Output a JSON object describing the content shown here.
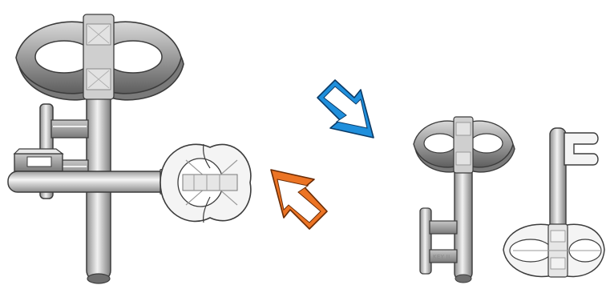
{
  "puzzle": {
    "assembled_keys": {
      "label": ""
    },
    "separated_keys": {
      "first_key_engraving": "KEY II"
    },
    "arrows": {
      "separate": {
        "direction": "down-right",
        "color": "#1f8fdc"
      },
      "assemble": {
        "direction": "up-left",
        "color": "#ec7424"
      }
    }
  },
  "colors": {
    "metal_dark": "#6f6f6f",
    "metal_mid": "#a9a9a9",
    "metal_light": "#e6e6e6",
    "outline": "#3c3c3c"
  }
}
